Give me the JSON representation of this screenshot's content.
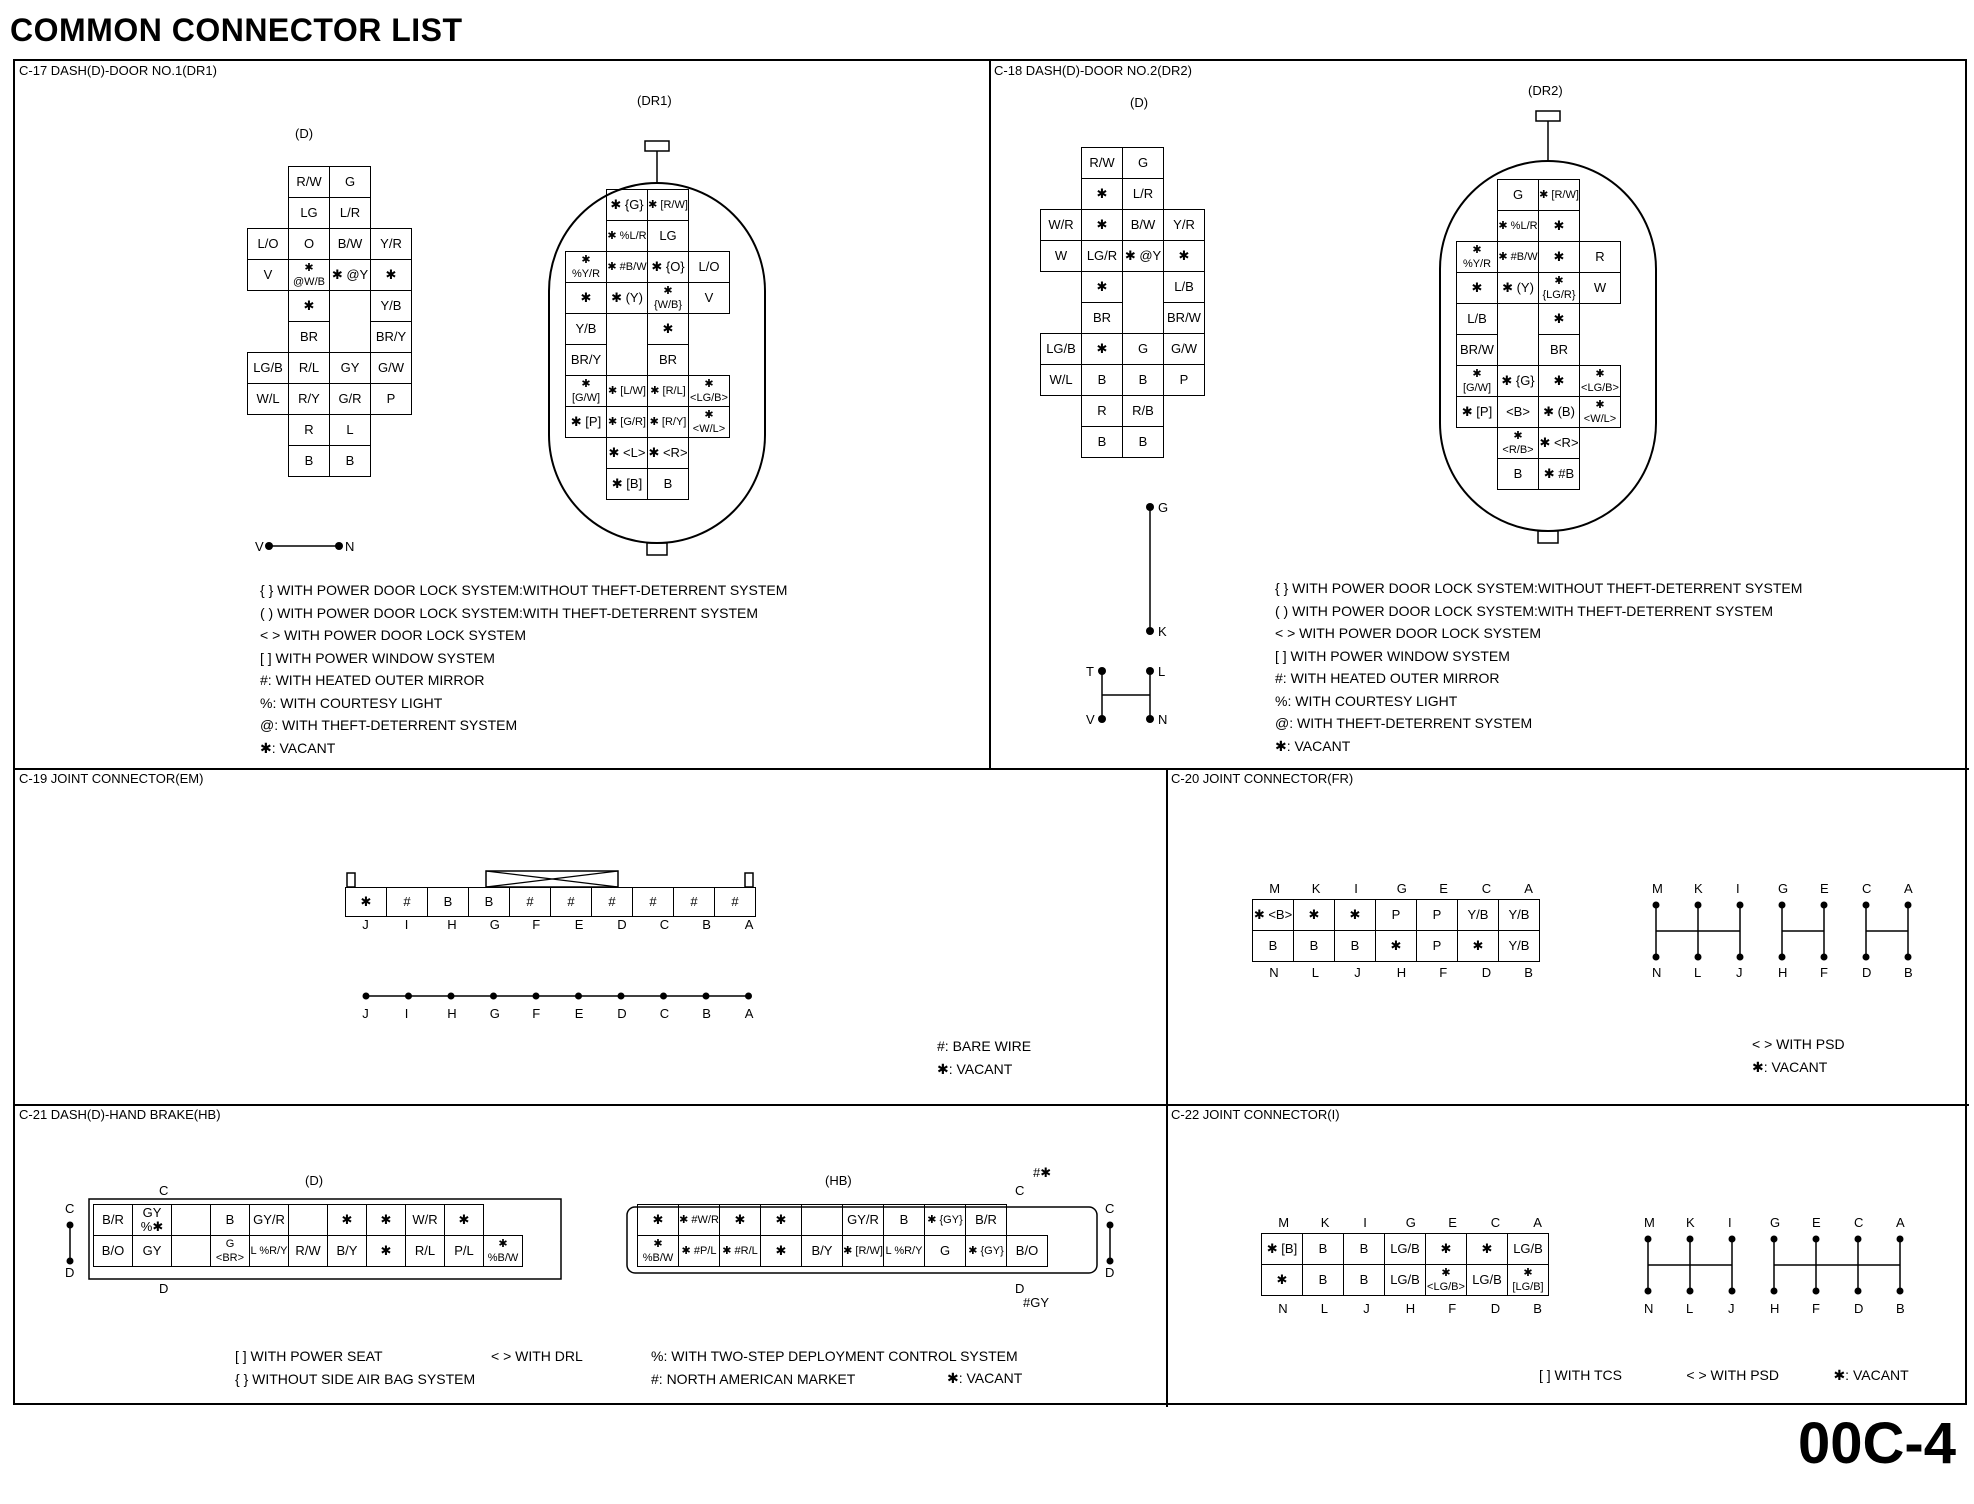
{
  "page": {
    "title": "COMMON CONNECTOR LIST",
    "page_number": "00C-4"
  },
  "c17": {
    "title": "C-17 DASH(D)-DOOR NO.1(DR1)",
    "d_label": "(D)",
    "dr_label": "(DR1)",
    "d_rows": [
      [
        "",
        "",
        "R/W",
        "G",
        ""
      ],
      [
        "",
        "",
        "LG",
        "L/R",
        ""
      ],
      [
        "",
        "L/O",
        "O",
        "B/W",
        "Y/R"
      ],
      [
        "",
        "V",
        "✱ @W/B",
        "✱ @Y",
        "✱"
      ],
      [
        "",
        "",
        "✱",
        "",
        "Y/B"
      ],
      [
        "",
        "",
        "BR",
        "",
        "BR/Y"
      ],
      [
        "",
        "LG/B",
        "R/L",
        "GY",
        "G/W"
      ],
      [
        "",
        "W/L",
        "R/Y",
        "G/R",
        "P"
      ],
      [
        "",
        "",
        "R",
        "L",
        ""
      ],
      [
        "",
        "",
        "B",
        "B",
        ""
      ]
    ],
    "dr_rows": [
      [
        "",
        "✱ {G}",
        "✱ [R/W]",
        ""
      ],
      [
        "",
        "✱ %L/R",
        "LG",
        ""
      ],
      [
        "✱ %Y/R",
        "✱ #B/W",
        "✱ {O}",
        "L/O"
      ],
      [
        "✱",
        "✱ (Y)",
        "✱ {W/B}",
        "V"
      ],
      [
        "Y/B",
        "",
        "✱",
        ""
      ],
      [
        "BR/Y",
        "",
        "BR",
        ""
      ],
      [
        "✱ [G/W]",
        "✱ [L/W]",
        "✱ [R/L]",
        "✱ <LG/B>"
      ],
      [
        "✱ [P]",
        "✱ [G/R]",
        "✱ [R/Y]",
        "✱ <W/L>"
      ],
      [
        "",
        "✱ <L>",
        "✱ <R>",
        ""
      ],
      [
        "",
        "✱ [B]",
        "B",
        ""
      ]
    ],
    "wire": {
      "left": "V",
      "right": "N"
    },
    "legend": [
      "{ } WITH POWER DOOR LOCK SYSTEM:WITHOUT THEFT-DETERRENT SYSTEM",
      "( ) WITH POWER DOOR LOCK SYSTEM:WITH THEFT-DETERRENT SYSTEM",
      "< > WITH POWER DOOR LOCK SYSTEM",
      "[ ] WITH POWER WINDOW SYSTEM",
      "#: WITH HEATED OUTER MIRROR",
      "%: WITH COURTESY LIGHT",
      "@: WITH THEFT-DETERRENT SYSTEM",
      "✱: VACANT"
    ]
  },
  "c18": {
    "title": "C-18 DASH(D)-DOOR NO.2(DR2)",
    "d_label": "(D)",
    "dr_label": "(DR2)",
    "d_rows": [
      [
        "",
        "R/W",
        "G",
        ""
      ],
      [
        "",
        "✱",
        "L/R",
        ""
      ],
      [
        "W/R",
        "✱",
        "B/W",
        "Y/R"
      ],
      [
        "W",
        "LG/R",
        "✱ @Y",
        "✱"
      ],
      [
        "",
        "✱",
        "",
        "L/B"
      ],
      [
        "",
        "BR",
        "",
        "BR/W"
      ],
      [
        "LG/B",
        "✱",
        "G",
        "G/W"
      ],
      [
        "W/L",
        "B",
        "B",
        "P"
      ],
      [
        "",
        "R",
        "R/B",
        ""
      ],
      [
        "",
        "B",
        "B",
        ""
      ]
    ],
    "dr_rows": [
      [
        "",
        "G",
        "✱ [R/W]",
        ""
      ],
      [
        "",
        "✱ %L/R",
        "✱",
        ""
      ],
      [
        "✱ %Y/R",
        "✱ #B/W",
        "✱",
        "R"
      ],
      [
        "✱",
        "✱ (Y)",
        "✱ {LG/R}",
        "W"
      ],
      [
        "L/B",
        "",
        "✱",
        ""
      ],
      [
        "BR/W",
        "",
        "BR",
        ""
      ],
      [
        "✱ [G/W]",
        "✱ {G}",
        "✱",
        "✱ <LG/B>"
      ],
      [
        "✱ [P]",
        "<B>",
        "✱ (B)",
        "✱ <W/L>"
      ],
      [
        "",
        "✱ <R/B>",
        "✱ <R>",
        ""
      ],
      [
        "",
        "B",
        "✱ #B",
        ""
      ]
    ],
    "wire_labels": [
      "G",
      "K",
      "T",
      "L",
      "V",
      "N"
    ],
    "legend": [
      "{ } WITH POWER DOOR LOCK SYSTEM:WITHOUT THEFT-DETERRENT SYSTEM",
      "( ) WITH POWER DOOR LOCK SYSTEM:WITH THEFT-DETERRENT SYSTEM",
      "< > WITH POWER DOOR LOCK SYSTEM",
      "[ ] WITH POWER WINDOW SYSTEM",
      "#: WITH HEATED OUTER MIRROR",
      "%: WITH COURTESY LIGHT",
      "@: WITH THEFT-DETERRENT SYSTEM",
      "✱: VACANT"
    ]
  },
  "c19": {
    "title": "C-19 JOINT CONNECTOR(EM)",
    "cells": [
      "✱",
      "#",
      "B",
      "B",
      "#",
      "#",
      "#",
      "#",
      "#",
      "#"
    ],
    "pins": [
      "J",
      "I",
      "H",
      "G",
      "F",
      "E",
      "D",
      "C",
      "B",
      "A"
    ],
    "legend": [
      "#: BARE WIRE",
      "✱: VACANT"
    ]
  },
  "c20": {
    "title": "C-20 JOINT CONNECTOR(FR)",
    "top_pins": [
      "M",
      "K",
      "I",
      "G",
      "E",
      "C",
      "A"
    ],
    "bottom_pins": [
      "N",
      "L",
      "J",
      "H",
      "F",
      "D",
      "B"
    ],
    "row1": [
      "✱ <B>",
      "✱",
      "✱",
      "P",
      "P",
      "Y/B",
      "Y/B"
    ],
    "row2": [
      "B",
      "B",
      "B",
      "✱",
      "P",
      "✱",
      "Y/B"
    ],
    "legend": [
      "< > WITH PSD",
      "✱: VACANT"
    ]
  },
  "c21": {
    "title": "C-21 DASH(D)-HAND BRAKE(HB)",
    "d_label": "(D)",
    "hb_label": "(HB)",
    "d_row1": [
      "B/R",
      "GY %✱",
      "",
      "B",
      "GY/R",
      "",
      "✱",
      "✱",
      "W/R",
      "✱"
    ],
    "d_row2": [
      "B/O",
      "GY",
      "",
      "G <BR>",
      "L %R/Y",
      "R/W",
      "B/Y",
      "✱",
      "R/L",
      "P/L",
      "✱ %B/W"
    ],
    "hb_row1": [
      "✱",
      "✱ #W/R",
      "✱",
      "✱",
      "",
      "GY/R",
      "B",
      "✱ {GY}",
      "B/R"
    ],
    "hb_row2": [
      "✱ %B/W",
      "✱ #P/L",
      "✱ #R/L",
      "✱",
      "B/Y",
      "✱ [R/W]",
      "L %R/Y",
      "G",
      "✱ {GY}",
      "B/O"
    ],
    "markers": {
      "c": "C",
      "d": "D",
      "hash_star": "#✱",
      "hash_gy": "#GY"
    },
    "legend": [
      "[ ] WITH POWER SEAT",
      "< > WITH DRL",
      "{ } WITHOUT SIDE AIR BAG SYSTEM",
      "%: WITH TWO-STEP DEPLOYMENT CONTROL SYSTEM",
      "#: NORTH AMERICAN MARKET",
      "✱: VACANT"
    ]
  },
  "c22": {
    "title": "C-22 JOINT CONNECTOR(I)",
    "top_pins": [
      "M",
      "K",
      "I",
      "G",
      "E",
      "C",
      "A"
    ],
    "bottom_pins": [
      "N",
      "L",
      "J",
      "H",
      "F",
      "D",
      "B"
    ],
    "row1": [
      "✱ [B]",
      "B",
      "B",
      "LG/B",
      "✱",
      "✱",
      "LG/B"
    ],
    "row2": [
      "✱",
      "B",
      "B",
      "LG/B",
      "✱ <LG/B>",
      "LG/B",
      "✱ [LG/B]"
    ],
    "legend": [
      "[ ] WITH TCS",
      "< > WITH PSD",
      "✱: VACANT"
    ]
  }
}
